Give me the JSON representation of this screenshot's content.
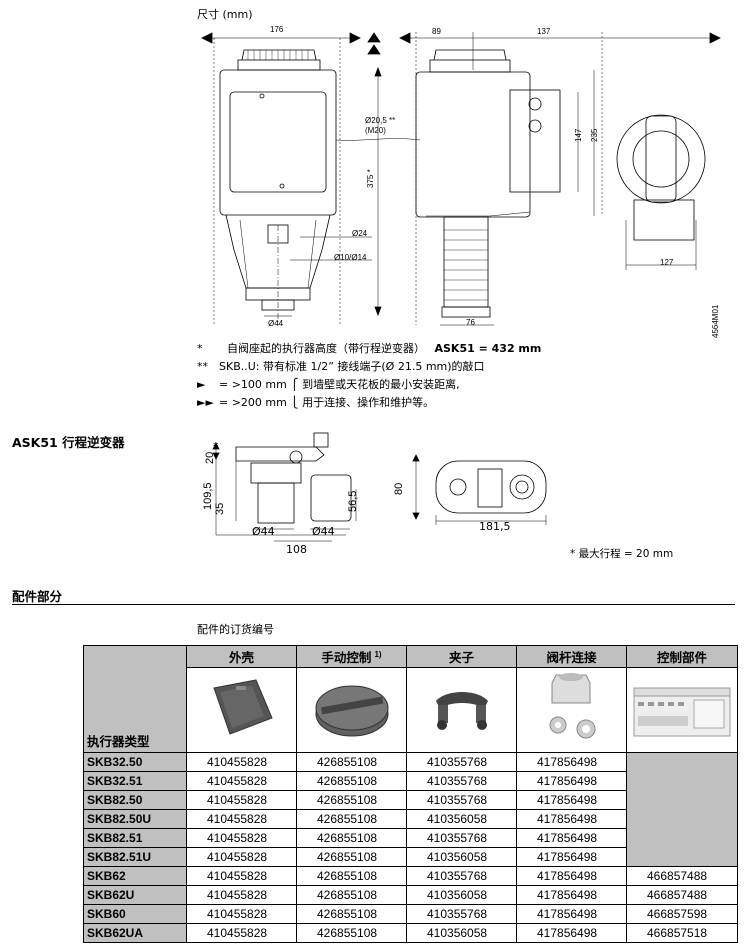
{
  "dimensions_label": "尺寸 (mm)",
  "drawing1": {
    "dim_176": "176",
    "dim_89": "89",
    "dim_137": "137",
    "dim_147": "147",
    "dim_235": "235",
    "dim_375": "375 *",
    "dim_cable": "Ø20,5 **",
    "dim_m20": "(M20)",
    "dim_24": "Ø24",
    "dim_10_14": "Ø10/Ø14",
    "dim_44": "Ø44",
    "dim_76": "76",
    "dim_127": "127",
    "code": "4564M01"
  },
  "notes": [
    {
      "mark": "*",
      "text": "自阀座起的执行器高度（带行程逆变器）",
      "bold": "ASK51 = 432  mm"
    },
    {
      "mark": "**",
      "text": "SKB..U: 带有标准 1/2” 接线端子(Ø 21.5 mm)的敲口"
    },
    {
      "mark": "►",
      "text": "=   >100 mm ⎧ 到墙壁或天花板的最小安装距离,"
    },
    {
      "mark": "►►",
      "text": "= >200 mm ⎩ 用于连接、操作和维护等。"
    }
  ],
  "ask51": {
    "title": "ASK51 行程逆变器",
    "dim_20": "20",
    "dim_star": "*",
    "dim_109_5": "109,5",
    "dim_35": "35",
    "dim_56_5": "56,5",
    "dim_44a": "Ø44",
    "dim_44b": "Ø44",
    "dim_108": "108",
    "dim_80": "80",
    "dim_181_5": "181,5",
    "max_stroke": "* 最大行程 = 20 mm"
  },
  "accessories": {
    "title": "配件部分",
    "subtitle": "配件的订货编号",
    "corner_header": "执行器类型",
    "columns": [
      "外壳",
      "手动控制",
      "夹子",
      "阀杆连接",
      "控制部件"
    ],
    "footnote_mark": "1)",
    "rows": [
      {
        "model": "SKB32.50",
        "values": [
          "410455828",
          "426855108",
          "410355768",
          "417856498",
          ""
        ]
      },
      {
        "model": "SKB32.51",
        "values": [
          "410455828",
          "426855108",
          "410355768",
          "417856498",
          ""
        ]
      },
      {
        "model": "SKB82.50",
        "values": [
          "410455828",
          "426855108",
          "410355768",
          "417856498",
          ""
        ]
      },
      {
        "model": "SKB82.50U",
        "values": [
          "410455828",
          "426855108",
          "410356058",
          "417856498",
          ""
        ]
      },
      {
        "model": "SKB82.51",
        "values": [
          "410455828",
          "426855108",
          "410355768",
          "417856498",
          ""
        ]
      },
      {
        "model": "SKB82.51U",
        "values": [
          "410455828",
          "426855108",
          "410356058",
          "417856498",
          ""
        ]
      },
      {
        "model": "SKB62",
        "values": [
          "410455828",
          "426855108",
          "410355768",
          "417856498",
          "466857488"
        ]
      },
      {
        "model": "SKB62U",
        "values": [
          "410455828",
          "426855108",
          "410356058",
          "417856498",
          "466857488"
        ]
      },
      {
        "model": "SKB60",
        "values": [
          "410455828",
          "426855108",
          "410355768",
          "417856498",
          "466857598"
        ]
      },
      {
        "model": "SKB62UA",
        "values": [
          "410455828",
          "426855108",
          "410356058",
          "417856498",
          "466857518"
        ]
      }
    ]
  }
}
